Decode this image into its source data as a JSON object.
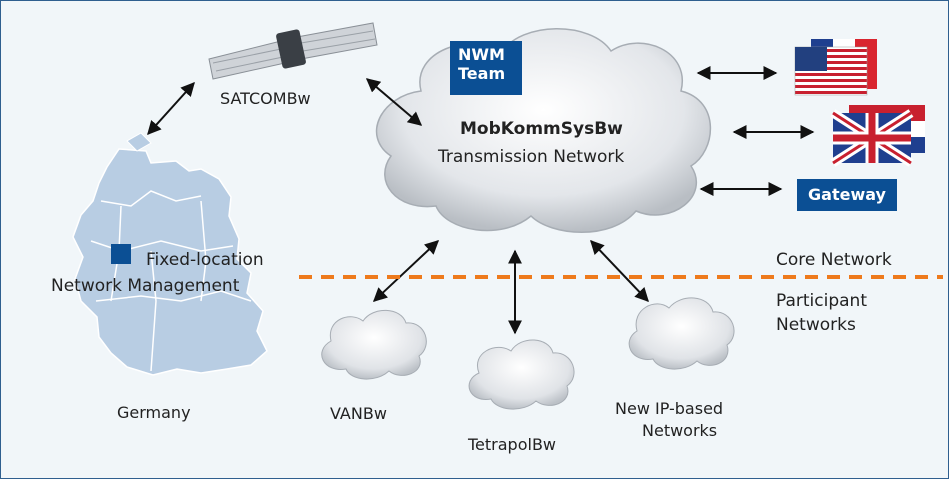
{
  "diagram": {
    "nwm_team": [
      "NWM",
      "Team"
    ],
    "core_title": "MobKommSysBw",
    "core_subtitle": "Transmission Network",
    "satcom": "SATCOMBw",
    "fixed_nm": [
      "Fixed-location",
      "Network Management"
    ],
    "germany": "Germany",
    "gateway": "Gateway",
    "core_network": "Core Network",
    "participant_networks": [
      "Participant",
      "Networks"
    ],
    "vanbw": "VANBw",
    "tetrapolbw": "TetrapolBw",
    "new_ip": [
      "New IP-based",
      "Networks"
    ],
    "colors": {
      "frame_border": "#2f5f8f",
      "background": "#f1f6f9",
      "accent_box": "#0b4f94",
      "dashed_line": "#ee7a1c",
      "map_fill": "#b8cde3",
      "cloud_fill": "#dfe3e7"
    },
    "icons": [
      "satellite-icon",
      "us-flag-icon",
      "uk-flag-icon",
      "germany-map"
    ]
  }
}
